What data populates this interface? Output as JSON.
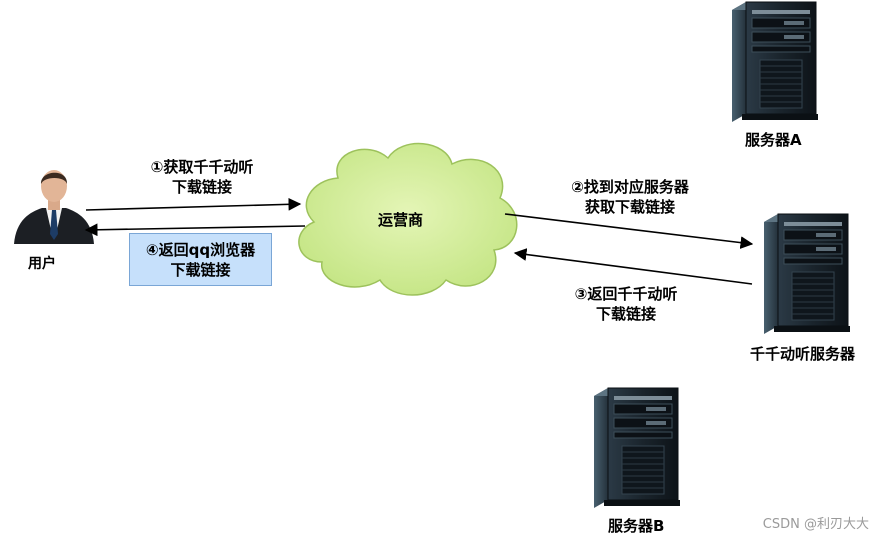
{
  "user": {
    "label": "用户"
  },
  "operator": {
    "label": "运营商"
  },
  "servers": {
    "a": {
      "label": "服务器A"
    },
    "main": {
      "label": "千千动听服务器"
    },
    "b": {
      "label": "服务器B"
    }
  },
  "steps": {
    "s1": {
      "line1": "①获取千千动听",
      "line2": "下载链接"
    },
    "s2": {
      "line1": "②找到对应服务器",
      "line2": "获取下载链接"
    },
    "s3": {
      "line1": "③返回千千动听",
      "line2": "下载链接"
    },
    "s4": {
      "line1": "④返回qq浏览器",
      "line2": "下载链接"
    }
  },
  "watermark": "CSDN @利刃大大"
}
